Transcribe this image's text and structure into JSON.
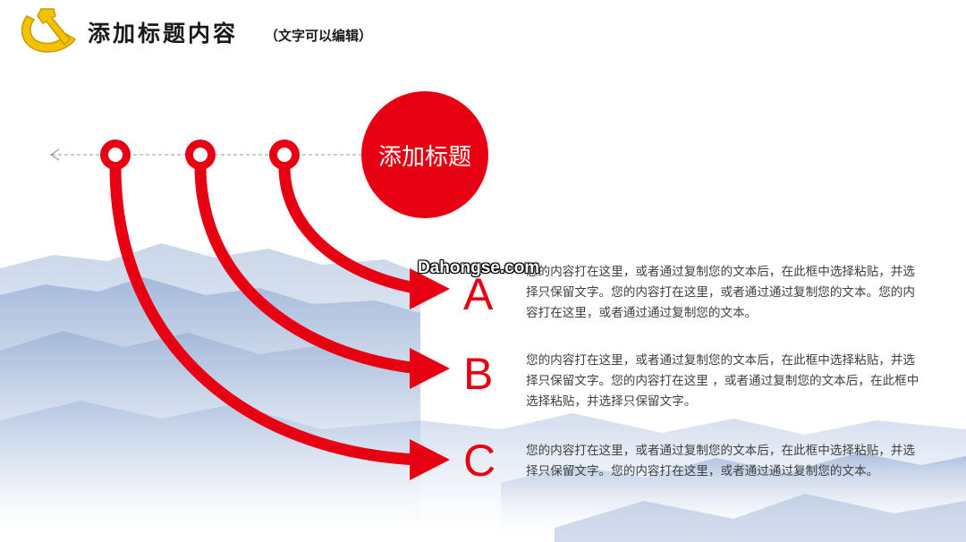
{
  "header": {
    "title": "添加标题内容",
    "subtitle": "（文字可以编辑）",
    "logo_icon": "hammer-sickle-icon"
  },
  "circle": {
    "label": "添加标题"
  },
  "watermark": "Dahongse.com",
  "items": [
    {
      "letter": "A",
      "text": "您的内容打在这里，或者通过复制您的文本后，在此框中选择粘贴，并选择只保留文字。您的内容打在这里，或者通过通过复制您的文本。您的内容打在这里，或者通过通过复制您的文本。"
    },
    {
      "letter": "B",
      "text": "您的内容打在这里，或者通过复制您的文本后，在此框中选择粘贴，并选择只保留文字。您的内容打在这里 ，或者通过复制您的文本后，在此框中选择粘贴，并选择只保留文字。"
    },
    {
      "letter": "C",
      "text": "您的内容打在这里，或者通过复制您的文本后，在此框中选择粘贴，并选择只保留文字。您的内容打在这里，或者通过通过复制您的文本。"
    }
  ],
  "colors": {
    "accent": "#e60012",
    "text": "#404040",
    "mountain": "#8fa9cf",
    "logo_gold": "#f2c200"
  }
}
